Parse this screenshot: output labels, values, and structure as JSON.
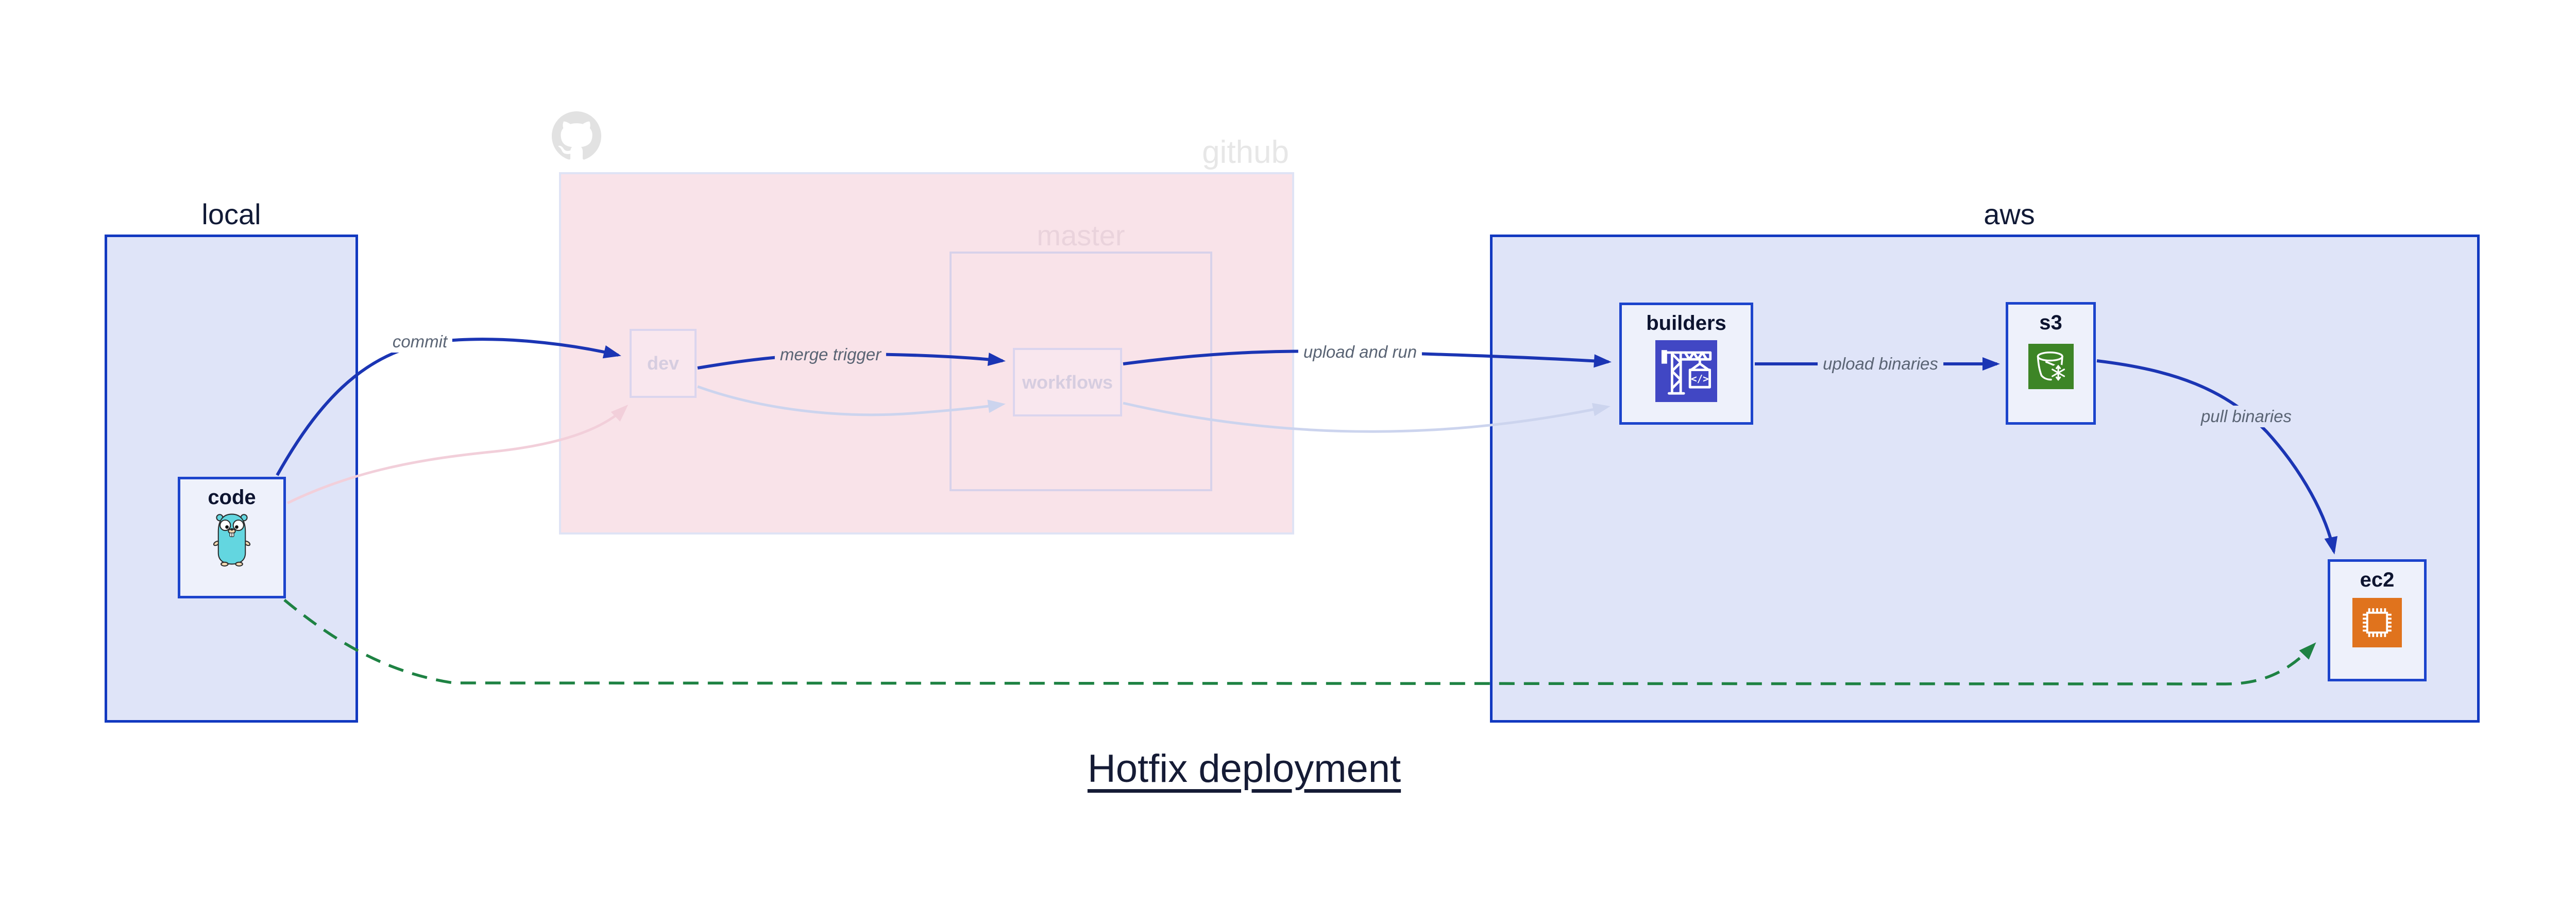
{
  "title": {
    "text": "Hotfix deployment"
  },
  "groups": {
    "local": {
      "label": "local"
    },
    "github": {
      "label": "github"
    },
    "master": {
      "label": "master"
    },
    "aws": {
      "label": "aws"
    }
  },
  "nodes": {
    "code": {
      "label": "code",
      "icon": "go-gopher-icon"
    },
    "dev": {
      "label": "dev"
    },
    "workflows": {
      "label": "workflows"
    },
    "builders": {
      "label": "builders",
      "icon": "aws-codebuild-icon",
      "icon_glyph": "</>"
    },
    "s3": {
      "label": "s3",
      "icon": "aws-s3-glacier-icon"
    },
    "ec2": {
      "label": "ec2",
      "icon": "aws-ec2-icon"
    }
  },
  "edges": [
    {
      "from": "code",
      "to": "dev",
      "label": "commit",
      "style": "solid-blue"
    },
    {
      "from": "dev",
      "to": "workflows",
      "label": "merge trigger",
      "style": "solid-blue"
    },
    {
      "from": "workflows",
      "to": "builders",
      "label": "upload and run",
      "style": "solid-blue"
    },
    {
      "from": "builders",
      "to": "s3",
      "label": "upload binaries",
      "style": "solid-blue"
    },
    {
      "from": "s3",
      "to": "ec2",
      "label": "pull binaries",
      "style": "solid-blue"
    },
    {
      "from": "code",
      "to": "ec2",
      "label": "",
      "style": "dashed-green-hotfix"
    },
    {
      "from": "code",
      "to": "dev",
      "label": "",
      "style": "faded-pink"
    },
    {
      "from": "dev",
      "to": "workflows",
      "label": "",
      "style": "faded-lavender"
    },
    {
      "from": "workflows",
      "to": "builders",
      "label": "",
      "style": "faded-lavender"
    }
  ],
  "colors": {
    "arrow_blue": "#1b35b4",
    "group_border_blue": "#1239c0",
    "group_fill_blue": "#dfe4f8",
    "node_fill": "#eef1fb",
    "node_border_blue": "#1c44cc",
    "github_fill": "#f9e3e9",
    "github_border": "#dfe3f5",
    "master_border": "#d8d2ea",
    "faded_node_border": "#dbd5ee",
    "faded_pink_arrow": "#f2cfda",
    "faded_lavender_arrow": "#ccd4ee",
    "green_dashed": "#1e8243",
    "edge_label_gray": "#5a6474",
    "title_navy": "#151b35",
    "codebuild_bg": "#4147c4",
    "s3_glacier_bg": "#3d8526",
    "ec2_bg": "#e0731d",
    "octocat_gray": "#e2e2e2",
    "gopher_teal": "#63d6e0"
  }
}
